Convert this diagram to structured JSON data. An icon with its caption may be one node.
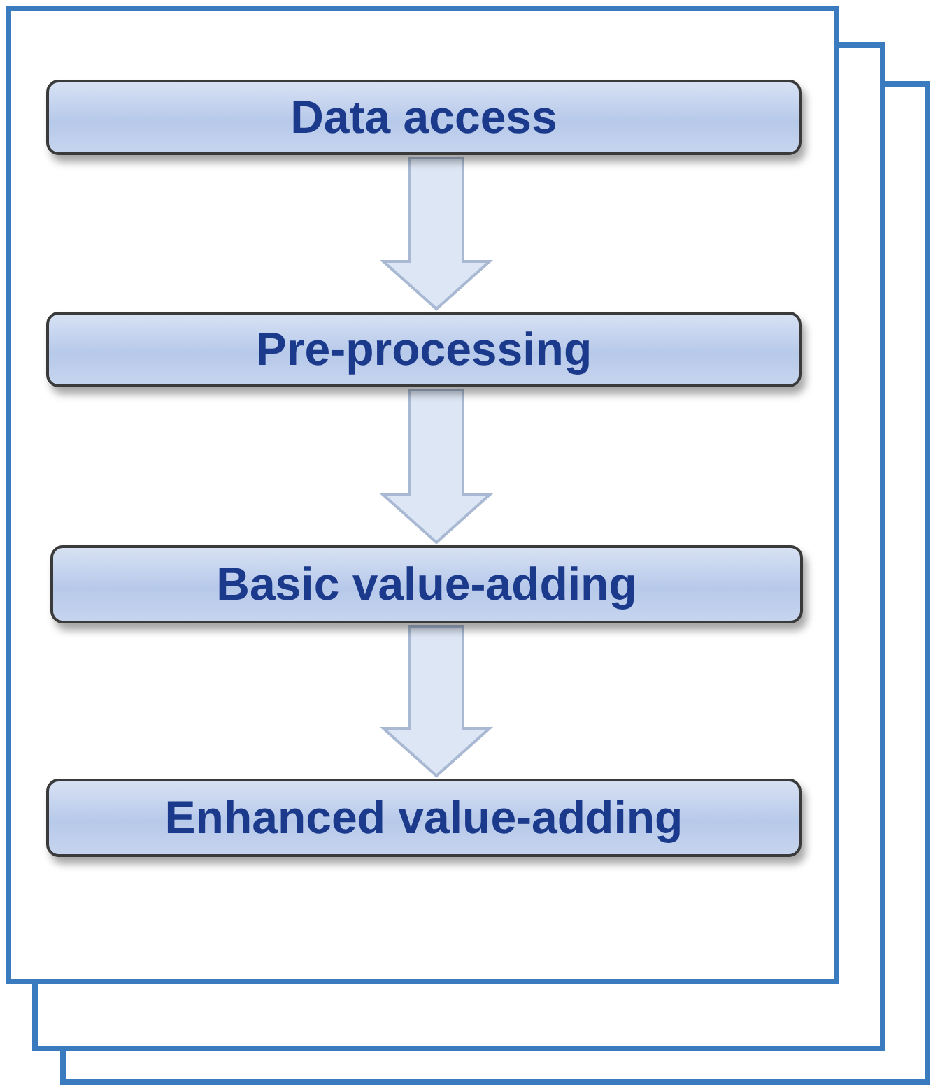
{
  "diagram": {
    "nodes": [
      {
        "text": [
          "Data access"
        ]
      },
      {
        "text": [
          "Pre-processing"
        ]
      },
      {
        "text": [
          "Basic value-adding"
        ]
      },
      {
        "text": [
          "Enhanced value-adding"
        ]
      }
    ],
    "edges": [
      {
        "from": 0,
        "to": 1,
        "arrow": "to"
      },
      {
        "from": 1,
        "to": 2,
        "arrow": "to"
      },
      {
        "from": 2,
        "to": 3,
        "arrow": "to"
      }
    ]
  }
}
